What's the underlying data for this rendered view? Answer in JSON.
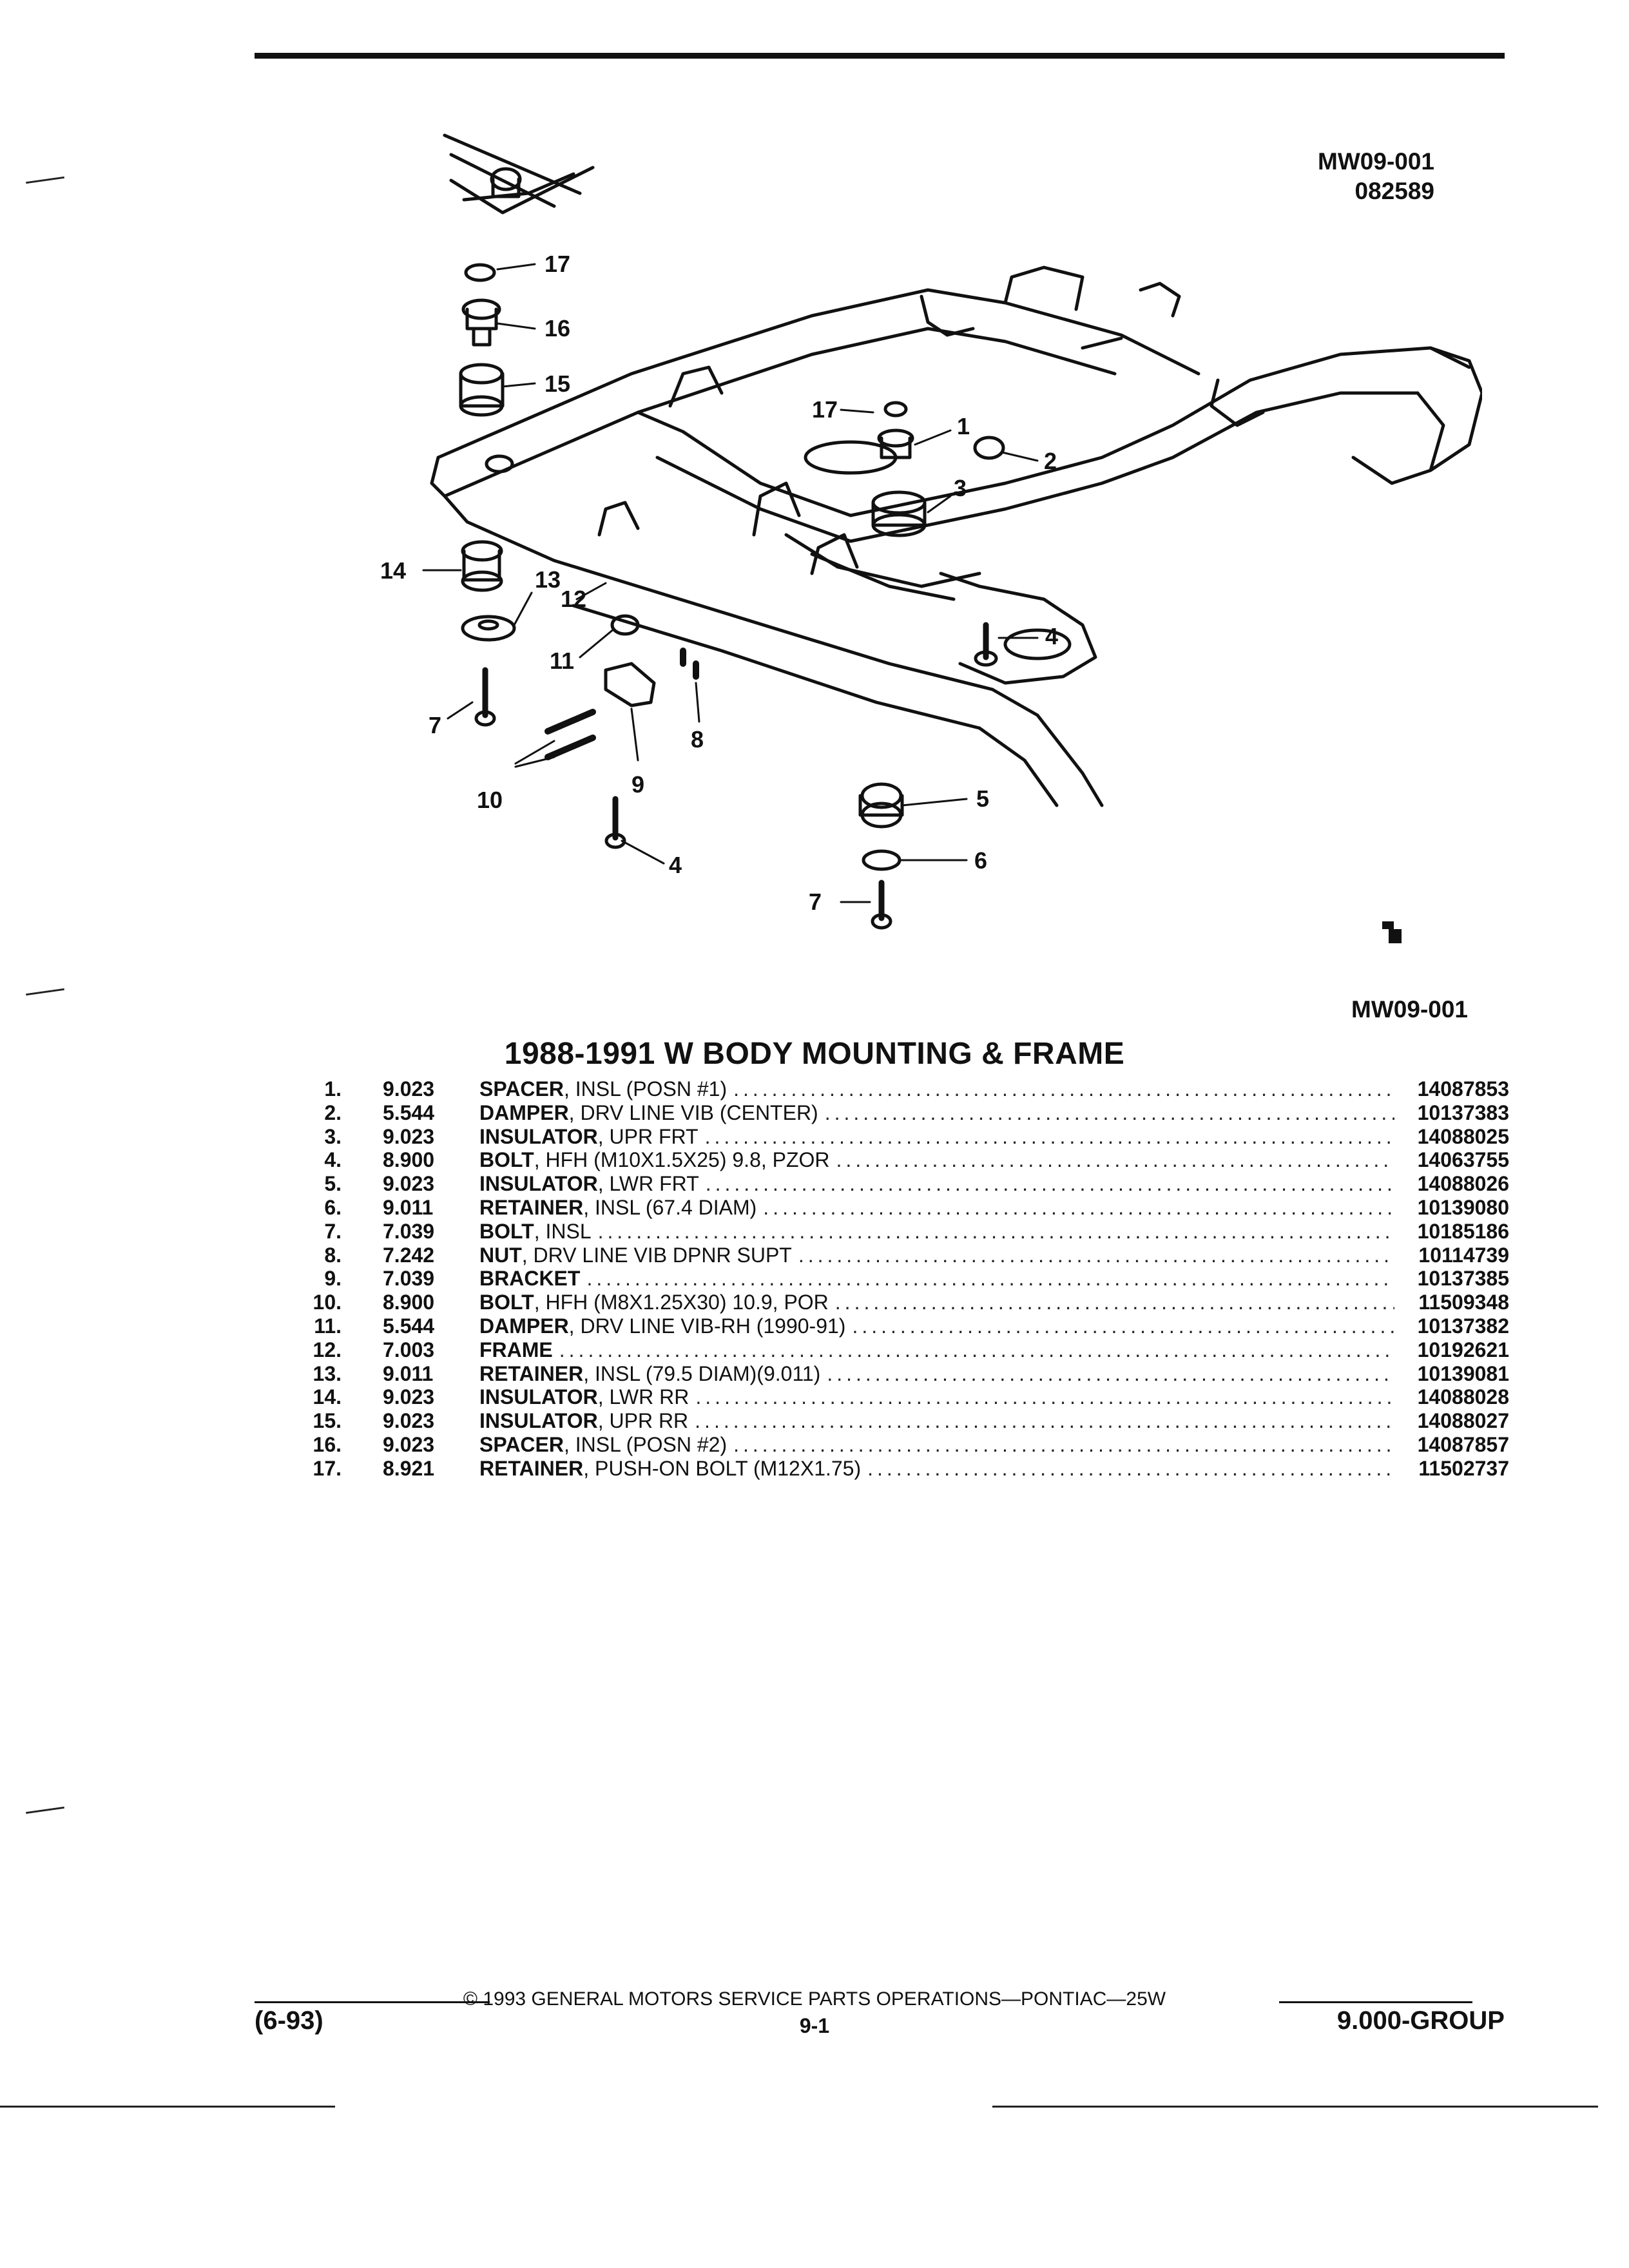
{
  "header": {
    "code": "MW09-001",
    "date_code": "082589"
  },
  "figure": {
    "code": "MW09-001",
    "callouts": [
      "17",
      "16",
      "15",
      "17",
      "1",
      "2",
      "3",
      "4",
      "14",
      "13",
      "12",
      "11",
      "7",
      "8",
      "10",
      "9",
      "4",
      "5",
      "6",
      "7"
    ]
  },
  "title": "1988-1991 W BODY MOUNTING & FRAME",
  "parts": [
    {
      "no": "1.",
      "group": "9.023",
      "name": "SPACER",
      "desc": ", INSL (POSN #1)",
      "part": "14087853"
    },
    {
      "no": "2.",
      "group": "5.544",
      "name": "DAMPER",
      "desc": ", DRV LINE VIB (CENTER)",
      "part": "10137383"
    },
    {
      "no": "3.",
      "group": "9.023",
      "name": "INSULATOR",
      "desc": ", UPR FRT",
      "part": "14088025"
    },
    {
      "no": "4.",
      "group": "8.900",
      "name": "BOLT",
      "desc": ", HFH (M10X1.5X25) 9.8, PZOR",
      "part": "14063755"
    },
    {
      "no": "5.",
      "group": "9.023",
      "name": "INSULATOR",
      "desc": ", LWR FRT",
      "part": "14088026"
    },
    {
      "no": "6.",
      "group": "9.011",
      "name": "RETAINER",
      "desc": ", INSL (67.4 DIAM)",
      "part": "10139080"
    },
    {
      "no": "7.",
      "group": "7.039",
      "name": "BOLT",
      "desc": ", INSL",
      "part": "10185186"
    },
    {
      "no": "8.",
      "group": "7.242",
      "name": "NUT",
      "desc": ", DRV LINE VIB DPNR SUPT",
      "part": "10114739"
    },
    {
      "no": "9.",
      "group": "7.039",
      "name": "BRACKET",
      "desc": "",
      "part": "10137385"
    },
    {
      "no": "10.",
      "group": "8.900",
      "name": "BOLT",
      "desc": ", HFH (M8X1.25X30) 10.9, POR",
      "part": "11509348"
    },
    {
      "no": "11.",
      "group": "5.544",
      "name": "DAMPER",
      "desc": ", DRV LINE VIB-RH (1990-91)",
      "part": "10137382"
    },
    {
      "no": "12.",
      "group": "7.003",
      "name": "FRAME",
      "desc": "",
      "part": "10192621"
    },
    {
      "no": "13.",
      "group": "9.011",
      "name": "RETAINER",
      "desc": ", INSL (79.5 DIAM)(9.011)",
      "part": "10139081"
    },
    {
      "no": "14.",
      "group": "9.023",
      "name": "INSULATOR",
      "desc": ", LWR RR",
      "part": "14088028"
    },
    {
      "no": "15.",
      "group": "9.023",
      "name": "INSULATOR",
      "desc": ", UPR RR",
      "part": "14088027"
    },
    {
      "no": "16.",
      "group": "9.023",
      "name": "SPACER",
      "desc": ", INSL (POSN #2)",
      "part": "14087857"
    },
    {
      "no": "17.",
      "group": "8.921",
      "name": "RETAINER",
      "desc": ", PUSH-ON BOLT (M12X1.75)",
      "part": "11502737"
    }
  ],
  "footer": {
    "copyright": "© 1993 GENERAL MOTORS SERVICE PARTS OPERATIONS—PONTIAC—25W",
    "date": "(6-93)",
    "page": "9-1",
    "group": "9.000-GROUP"
  }
}
